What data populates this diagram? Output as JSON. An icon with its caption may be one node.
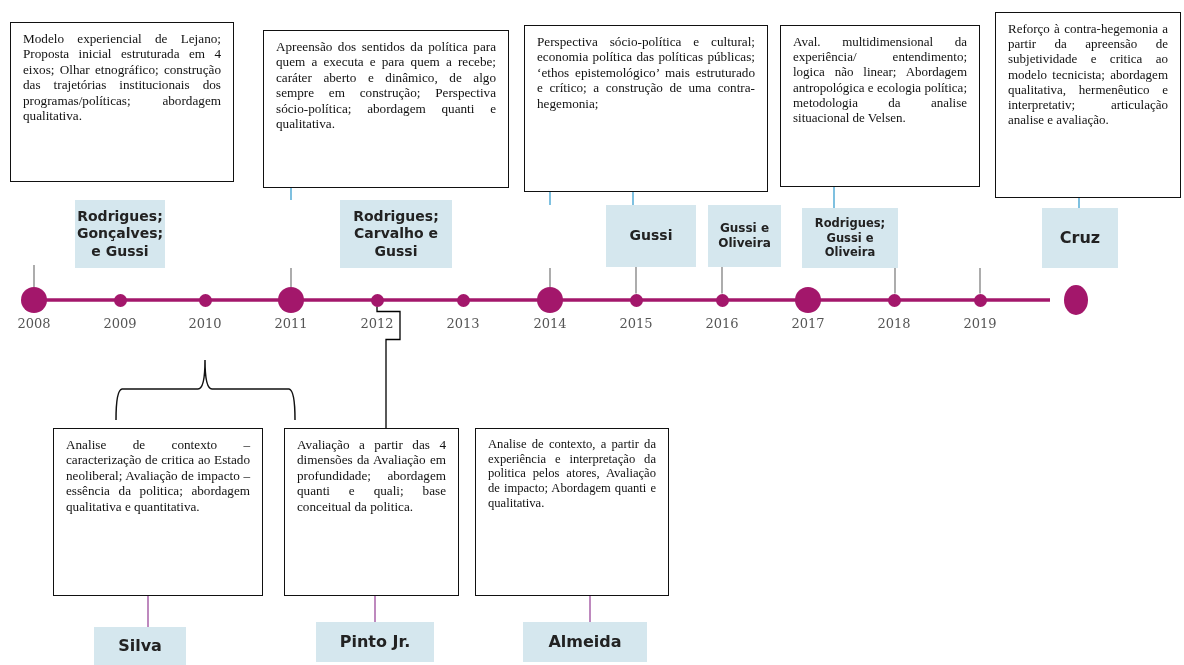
{
  "diagram": {
    "nodes": [
      {
        "text": [
          "Modelo experiencial de Lejano; Proposta inicial estruturada em 4 eixos; Olhar etnográfico; construção das trajetórias institucionais dos programas/políticas; abordagem qualitativa."
        ]
      },
      {
        "text": [
          "Rodrigues; Gonçalves; e Gussi"
        ]
      },
      {
        "text": [
          "Apreensão dos sentidos da política para quem a executa e para quem a recebe; caráter aberto e dinâmico, de algo sempre em construção; Perspectiva sócio-política; abordagem quanti e qualitativa."
        ]
      },
      {
        "text": [
          "Rodrigues; Carvalho e Gussi"
        ]
      },
      {
        "text": [
          "Perspectiva sócio-política e cultural; economia política das políticas públicas; ‘ethos epistemológico’ mais estruturado e crítico; a construção de uma contra-hegemonia;"
        ]
      },
      {
        "text": [
          "Gussi"
        ]
      },
      {
        "text": [
          "Gussi e Oliveira"
        ]
      },
      {
        "text": [
          "Aval. multidimensional da experiência/ entendimento; logica não linear; Abordagem antropológica e ecologia política; metodologia da analise situacional de Velsen."
        ]
      },
      {
        "text": [
          "Rodrigues; Gussi e Oliveira"
        ]
      },
      {
        "text": [
          "Reforço à contra-hegemonia a partir da apreensão de subjetividade e critica ao modelo tecnicista; abordagem qualitativa, hermenêutico e interpretativ; articulação analise e avaliação."
        ]
      },
      {
        "text": [
          "Cruz"
        ]
      },
      {
        "text": [],
        "shape": "circle",
        "beside": [
          "2008"
        ]
      },
      {
        "text": [],
        "shape": "circle",
        "beside": [
          "2009"
        ]
      },
      {
        "text": [],
        "shape": "circle",
        "beside": [
          "2010"
        ]
      },
      {
        "text": [],
        "shape": "circle",
        "beside": [
          "2011"
        ]
      },
      {
        "text": [],
        "shape": "circle",
        "beside": [
          "2012"
        ]
      },
      {
        "text": [],
        "shape": "circle",
        "beside": [
          "2013"
        ]
      },
      {
        "text": [],
        "shape": "circle",
        "beside": [
          "2014"
        ]
      },
      {
        "text": [],
        "shape": "circle",
        "beside": [
          "2015"
        ]
      },
      {
        "text": [],
        "shape": "circle",
        "beside": [
          "2016"
        ]
      },
      {
        "text": [],
        "shape": "circle",
        "beside": [
          "2017"
        ]
      },
      {
        "text": [],
        "shape": "circle",
        "beside": [
          "2018"
        ]
      },
      {
        "text": [],
        "shape": "circle",
        "beside": [
          "2019"
        ]
      },
      {
        "text": [],
        "shape": "circle"
      },
      {
        "text": [
          "Analise de contexto – caracterização de critica ao Estado neoliberal; Avaliação de impacto – essência da politica; abordagem qualitativa e quantitativa."
        ]
      },
      {
        "text": [
          "Avaliação a partir das 4 dimensões da Avaliação em profundidade; abordagem quanti e quali; base conceitual da politica."
        ]
      },
      {
        "text": [
          "Analise de contexto, a partir da experiência e interpretação da politica pelos atores, Avaliação de impacto; Abordagem quanti e qualitativa."
        ]
      },
      {
        "text": [
          "Silva"
        ]
      },
      {
        "text": [
          "Pinto Jr."
        ]
      },
      {
        "text": [
          "Almeida"
        ]
      }
    ],
    "edges": [
      {
        "from": 11,
        "to": null,
        "arrow": "none"
      },
      {
        "from": 2,
        "to": null,
        "arrow": "none",
        "color": "#3a9fd0"
      },
      {
        "from": 14,
        "to": null,
        "arrow": "none"
      },
      {
        "from": 4,
        "to": null,
        "arrow": "none",
        "color": "#3a9fd0"
      },
      {
        "from": 17,
        "to": null,
        "arrow": "none"
      },
      {
        "from": 4,
        "to": 5,
        "arrow": "none",
        "color": "#3a9fd0"
      },
      {
        "from": 5,
        "to": 18,
        "arrow": "none"
      },
      {
        "from": 6,
        "to": 19,
        "arrow": "none"
      },
      {
        "from": 7,
        "to": 8,
        "arrow": "none",
        "color": "#3a9fd0"
      },
      {
        "from": 8,
        "to": 21,
        "arrow": "none"
      },
      {
        "from": 22,
        "to": null,
        "arrow": "none"
      },
      {
        "from": 9,
        "to": 10,
        "arrow": "none",
        "color": "#3a9fd0"
      },
      {
        "from": 15,
        "to": 25,
        "arrow": "none",
        "color": "#000000"
      },
      {
        "from": 24,
        "to": 27,
        "arrow": "none",
        "color": "#9b4a9b"
      },
      {
        "from": 25,
        "to": 28,
        "arrow": "none",
        "color": "#9b4a9b"
      },
      {
        "from": 26,
        "to": 29,
        "arrow": "none",
        "color": "#9b4a9b"
      }
    ]
  }
}
